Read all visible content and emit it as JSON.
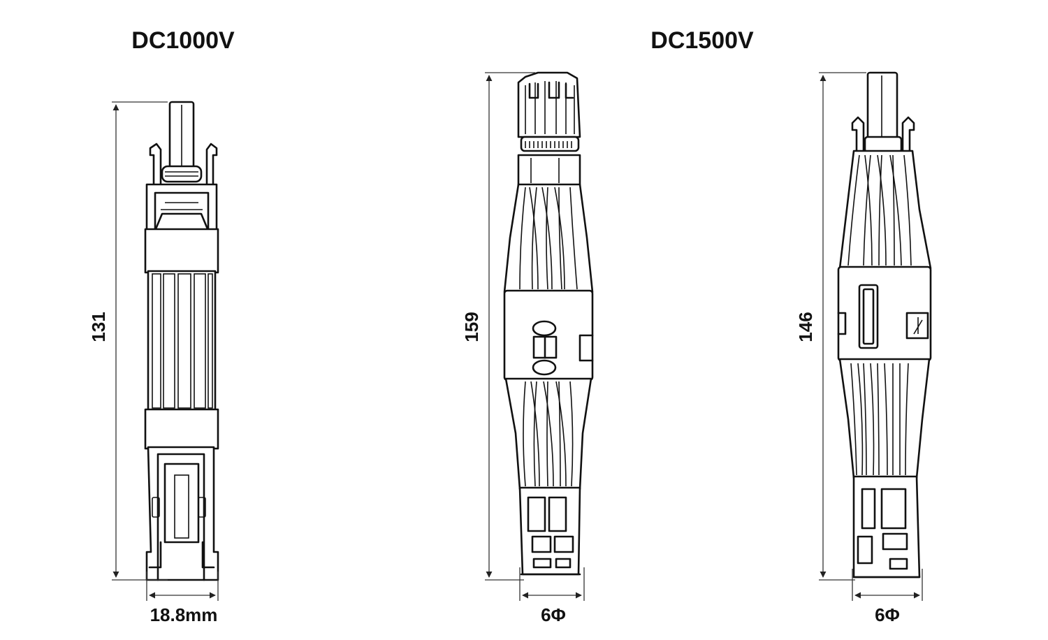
{
  "connectors": [
    {
      "id": "dc1000",
      "title": "DC1000V",
      "height_label": "131",
      "width_label": "18.8mm"
    },
    {
      "id": "dc1500-female",
      "title": "DC1500V",
      "height_label": "159",
      "width_label": "6Φ"
    },
    {
      "id": "dc1500-male",
      "title": "",
      "height_label": "146",
      "width_label": "6Φ"
    }
  ],
  "colors": {
    "line": "#111111",
    "background": "#ffffff"
  }
}
